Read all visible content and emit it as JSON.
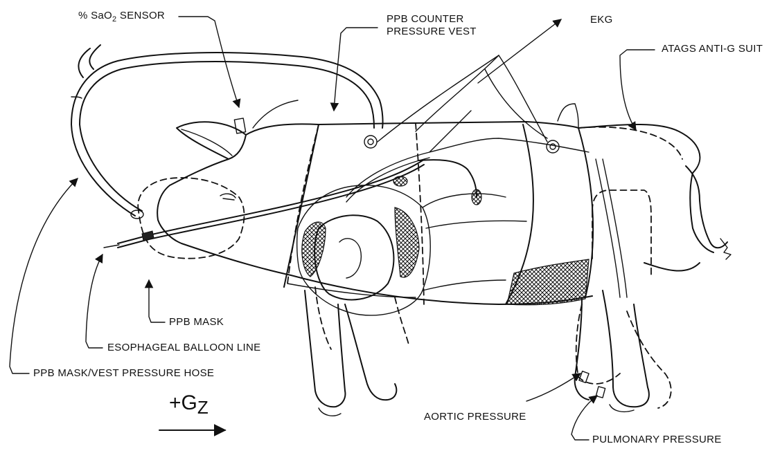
{
  "labels": {
    "sao2_sensor_prefix": "% SaO",
    "sao2_sensor_sub": "2",
    "sao2_sensor_suffix": " SENSOR",
    "ppb_counter_line1": "PPB COUNTER",
    "ppb_counter_line2": "PRESSURE VEST",
    "ekg": "EKG",
    "atags": "ATAGS ANTI-G SUIT",
    "ppb_mask": "PPB MASK",
    "esophageal": "ESOPHAGEAL BALLOON LINE",
    "mask_vest_hose": "PPB MASK/VEST PRESSURE HOSE",
    "aortic": "AORTIC PRESSURE",
    "pulmonary": "PULMONARY PRESSURE"
  },
  "gz": {
    "text": "+G",
    "sub": "Z"
  }
}
